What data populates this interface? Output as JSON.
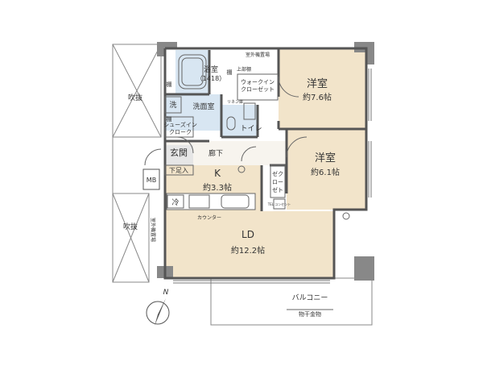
{
  "rooms": {
    "western_room_1": {
      "name": "洋室",
      "area": "約7.6帖"
    },
    "western_room_2": {
      "name": "洋室",
      "area": "約6.1帖"
    },
    "bathroom": {
      "name": "浴室",
      "size": "（1418）"
    },
    "washroom": {
      "name": "洗面室"
    },
    "toilet": {
      "name": "トイレ"
    },
    "entrance": {
      "name": "玄関"
    },
    "hallway": {
      "name": "廊下"
    },
    "kitchen": {
      "name": "K",
      "area": "約3.3帖"
    },
    "living_dining": {
      "name": "LD",
      "area": "約12.2帖"
    },
    "balcony": {
      "name": "バルコニー"
    }
  },
  "labels": {
    "walk_in_closet": [
      "ウォークイン",
      "クローゼット"
    ],
    "shoes_closet": [
      "シューズイン",
      "クローク"
    ],
    "geta_box": "下足入",
    "fridge": "冷",
    "counter": "カウンター",
    "wash": "洗",
    "shelf_1": "棚",
    "shelf_2": "棚",
    "shelf_3": "棚",
    "upper_shelf": "上部棚",
    "linen": "リネン庫",
    "zeku_closet": [
      "ゼク",
      "ロー",
      "ゼト"
    ],
    "tel": "TEL コンセント",
    "outdoor_unit_top": "室外機置場",
    "outdoor_unit_side": "室外機置場",
    "void_1": "吹抜",
    "void_2": "吹抜",
    "mb": "MB",
    "drying_rack": "物干金物",
    "compass": "N"
  }
}
